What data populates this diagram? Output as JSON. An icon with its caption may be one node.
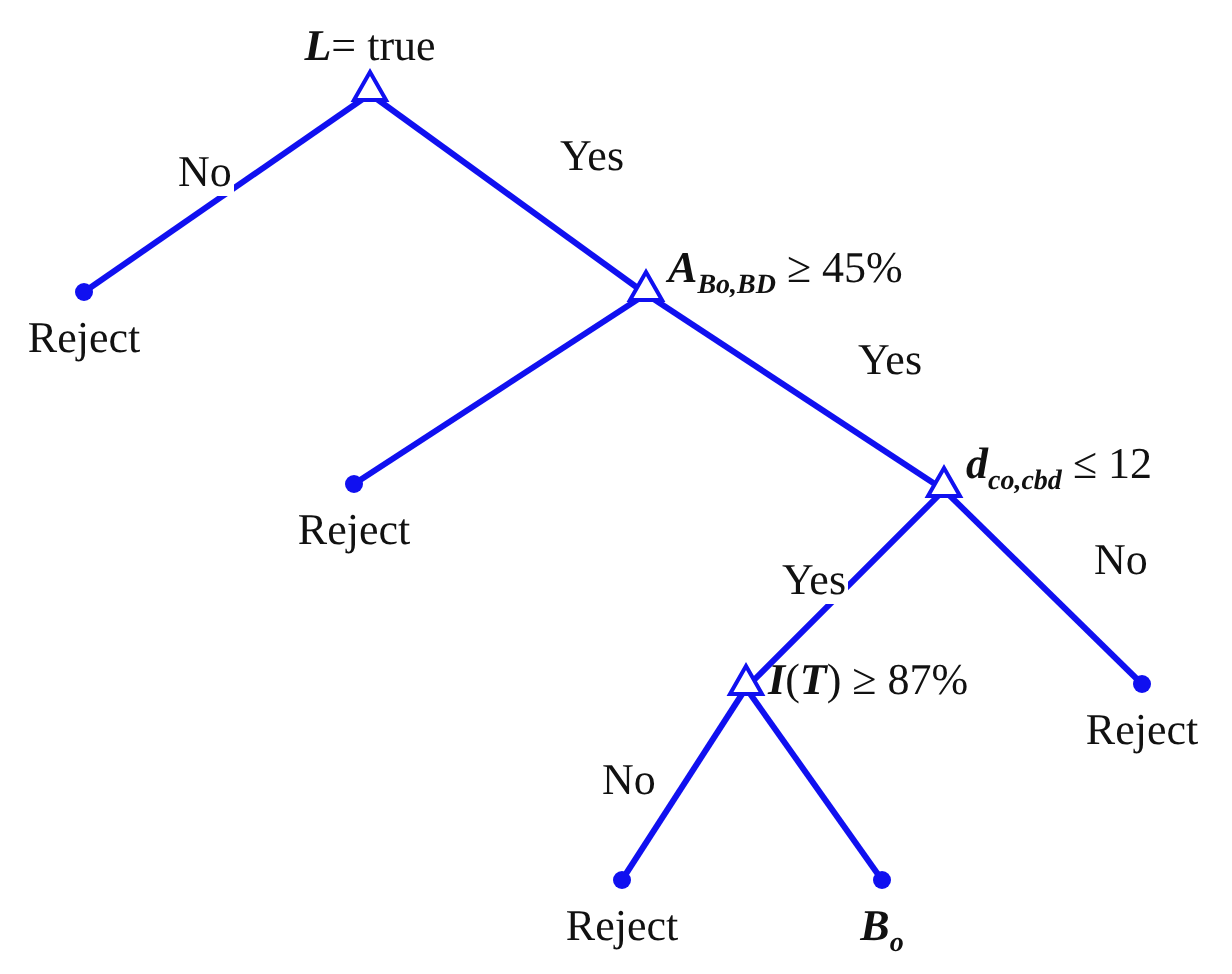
{
  "diagram": {
    "nodes": [
      {
        "text": [
          "**L**= true"
        ]
      },
      {
        "text": [
          "Reject"
        ]
      },
      {
        "text": [
          "**A**$_{Bo,BD}$ ≥ 45%"
        ]
      },
      {
        "text": [
          "Reject"
        ]
      },
      {
        "text": [
          "**d**$_{co,cbd}$ ≤ 12"
        ]
      },
      {
        "text": [
          "**I**(**T**) ≥ 87%"
        ]
      },
      {
        "text": [
          "Reject"
        ]
      },
      {
        "text": [
          "Reject"
        ]
      },
      {
        "text": [
          "**B**$_{o}$"
        ]
      }
    ],
    "edges": [
      {
        "from": 0,
        "to": 1,
        "arrow": "none",
        "label": "No"
      },
      {
        "from": 0,
        "to": 2,
        "arrow": "none",
        "label": "Yes"
      },
      {
        "from": 2,
        "to": 3,
        "arrow": "none"
      },
      {
        "from": 2,
        "to": 4,
        "arrow": "none",
        "label": "Yes"
      },
      {
        "from": 4,
        "to": 5,
        "arrow": "none",
        "label": "Yes"
      },
      {
        "from": 4,
        "to": 6,
        "arrow": "none",
        "label": "No"
      },
      {
        "from": 5,
        "to": 7,
        "arrow": "none",
        "label": "No"
      },
      {
        "from": 5,
        "to": 8,
        "arrow": "none"
      }
    ]
  }
}
